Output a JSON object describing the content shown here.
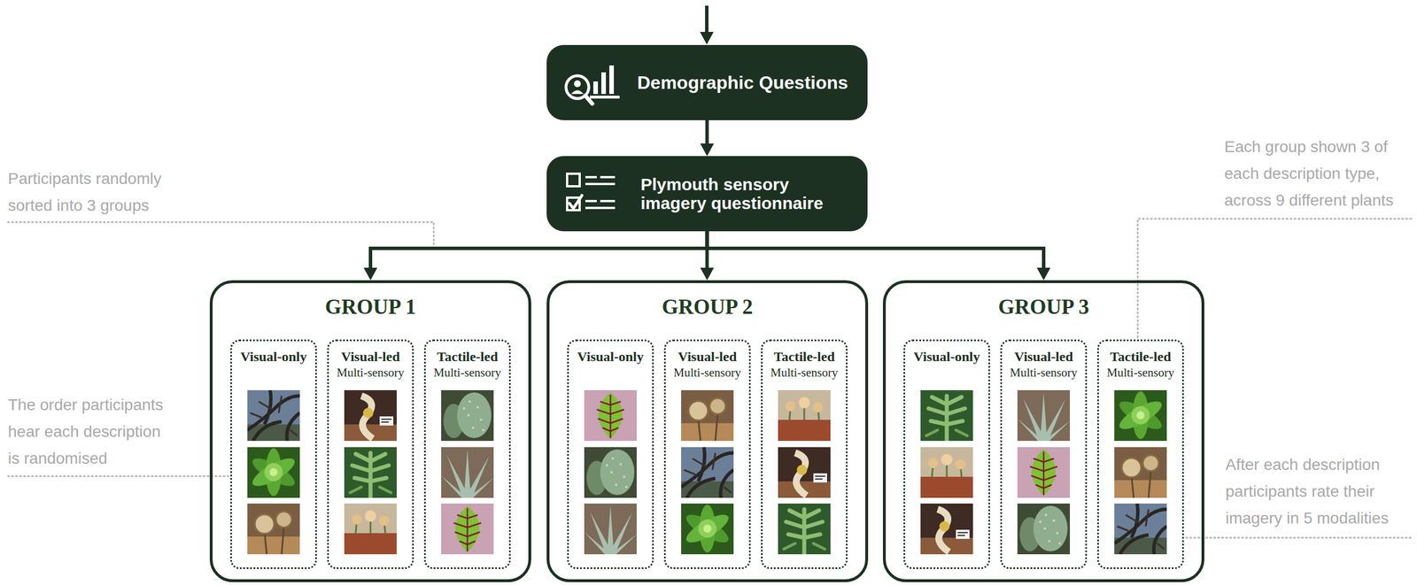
{
  "diagram": {
    "nodes": [
      {
        "text": [
          "Demographic Questions"
        ]
      },
      {
        "text": [
          "Plymouth sensory imagery questionnaire"
        ]
      },
      {
        "text": [
          "GROUP 1"
        ]
      },
      {
        "text": [
          "Visual-only"
        ],
        "in": 2
      },
      {
        "text": [
          "Visual-led",
          "Multi-sensory"
        ],
        "in": 2
      },
      {
        "text": [
          "Tactile-led",
          "Multi-sensory"
        ],
        "in": 2
      },
      {
        "text": [
          "GROUP 2"
        ]
      },
      {
        "text": [
          "Visual-only"
        ],
        "in": 6
      },
      {
        "text": [
          "Visual-led",
          "Multi-sensory"
        ],
        "in": 6
      },
      {
        "text": [
          "Tactile-led",
          "Multi-sensory"
        ],
        "in": 6
      },
      {
        "text": [
          "GROUP 3"
        ]
      },
      {
        "text": [
          "Visual-only"
        ],
        "in": 10
      },
      {
        "text": [
          "Visual-led",
          "Multi-sensory"
        ],
        "in": 10
      },
      {
        "text": [
          "Tactile-led",
          "Multi-sensory"
        ],
        "in": 10
      }
    ],
    "edges": [
      {
        "from": 0,
        "to": 1,
        "arrow": "to"
      },
      {
        "from": 1,
        "to": 2,
        "arrow": "to"
      },
      {
        "from": 1,
        "to": 6,
        "arrow": "to"
      },
      {
        "from": 1,
        "to": 10,
        "arrow": "to"
      }
    ],
    "labels": [
      "Each group shown 3 of each description type, across 9 different plants",
      "Participants randomly sorted into 3 groups",
      "The order participants hear each description is randomised",
      "After each description participants rate their imagery in 5 modalities"
    ]
  }
}
